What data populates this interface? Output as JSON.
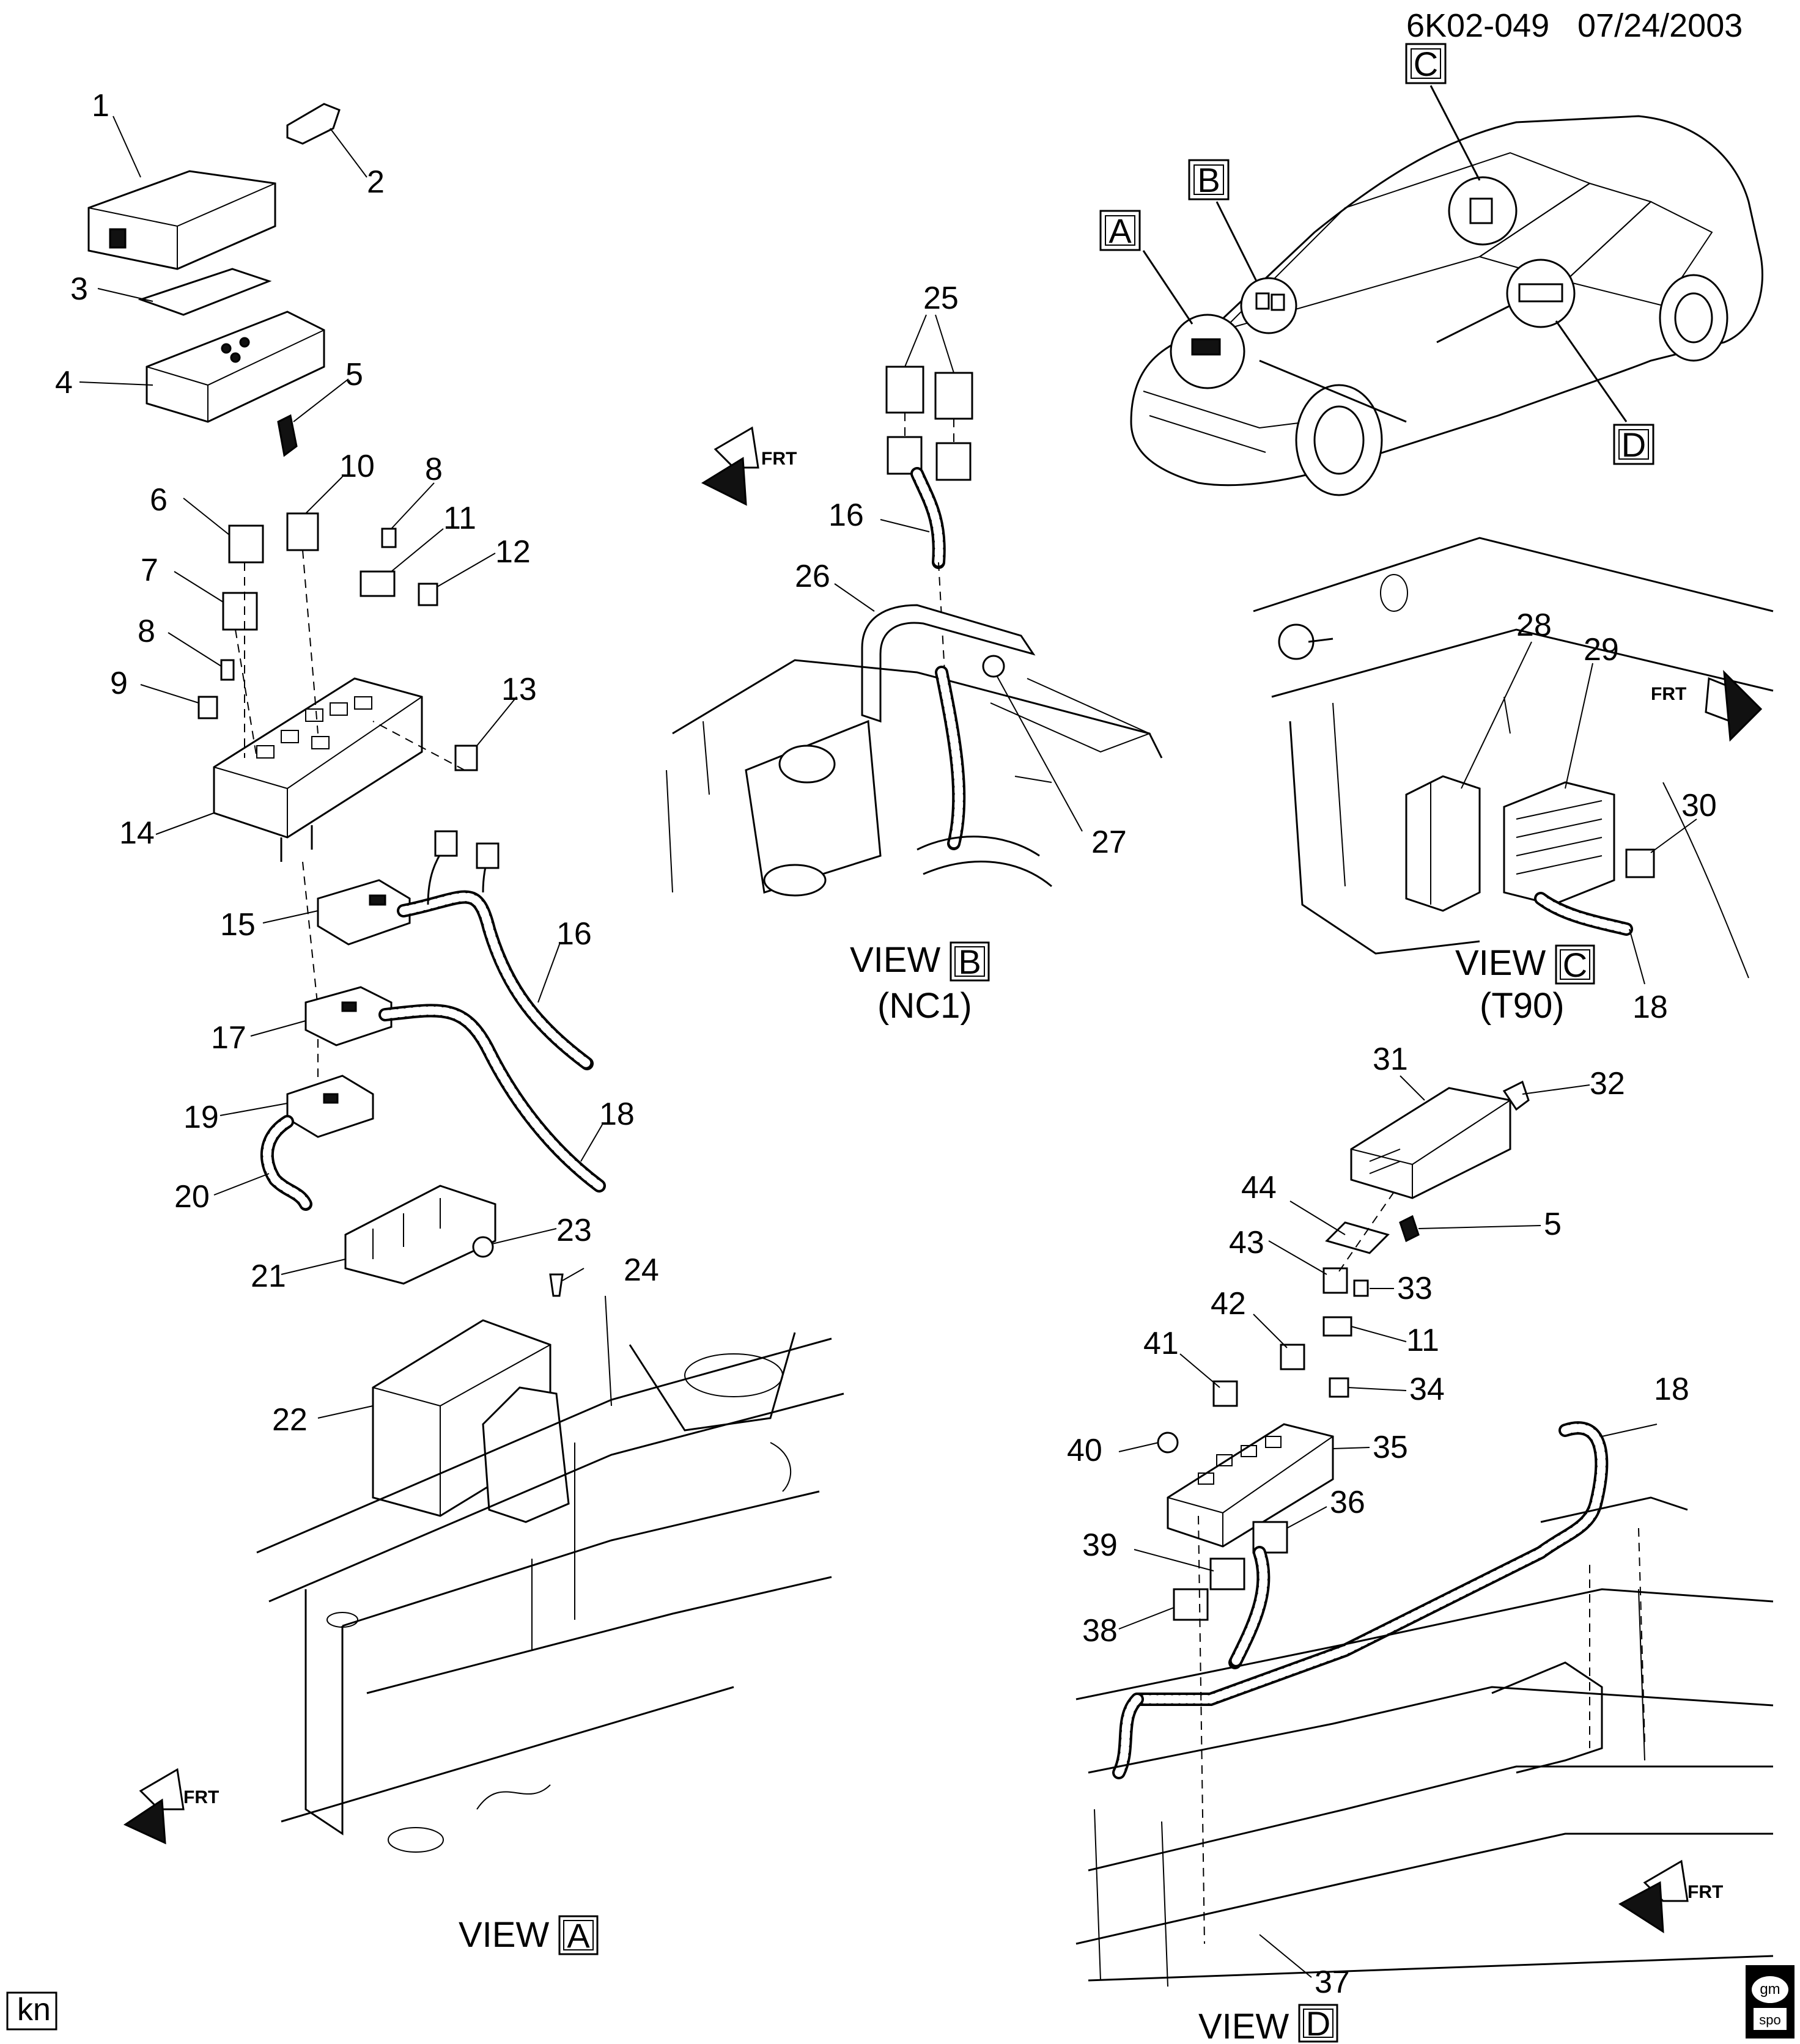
{
  "header": {
    "drawing_number": "6K02-049",
    "date": "07/24/2003"
  },
  "views": {
    "a": {
      "label": "VIEW",
      "letter": "A"
    },
    "b": {
      "label": "VIEW",
      "letter": "B",
      "option": "(NC1)"
    },
    "c": {
      "label": "VIEW",
      "letter": "C",
      "option": "(T90)"
    },
    "d": {
      "label": "VIEW",
      "letter": "D"
    }
  },
  "car_view_markers": [
    "A",
    "B",
    "C",
    "D"
  ],
  "front_arrow_text": "FRT",
  "footer": {
    "left_tag": "kn",
    "logo_line1": "gm",
    "logo_line2": "spo"
  },
  "callouts": {
    "view_a": [
      "1",
      "2",
      "3",
      "4",
      "5",
      "6",
      "10",
      "8",
      "11",
      "12",
      "7",
      "8",
      "9",
      "13",
      "14",
      "15",
      "16",
      "17",
      "18",
      "19",
      "20",
      "23",
      "24",
      "21",
      "22"
    ],
    "view_b": [
      "25",
      "16",
      "26",
      "27"
    ],
    "view_c": [
      "28",
      "29",
      "30",
      "18"
    ],
    "view_d": [
      "31",
      "32",
      "44",
      "5",
      "43",
      "33",
      "42",
      "11",
      "41",
      "34",
      "40",
      "35",
      "18",
      "36",
      "39",
      "38",
      "37"
    ]
  }
}
